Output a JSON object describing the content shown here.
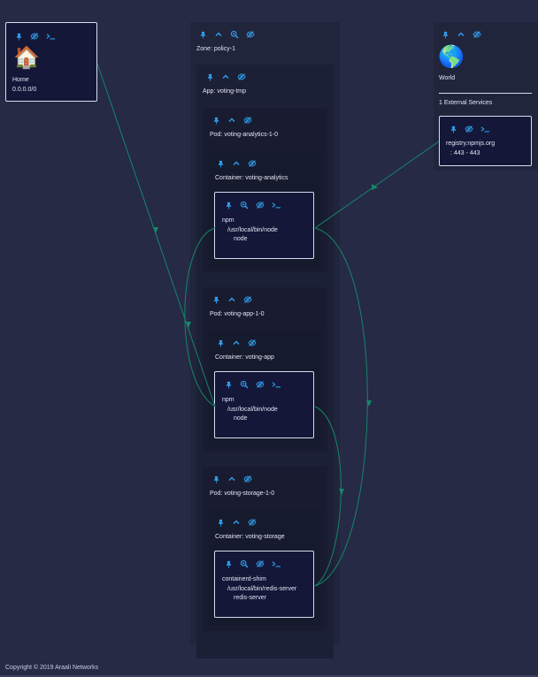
{
  "colors": {
    "accent": "#2fa0ee",
    "edge": "#16866a",
    "node_bg": "#141738",
    "page_bg": "#262a45"
  },
  "icons": {
    "pin": "pin-icon",
    "collapse": "chevron-up-icon",
    "hide": "eye-off-icon",
    "zoom": "zoom-in-icon",
    "terminal": "terminal-icon"
  },
  "home": {
    "emoji": "🏠",
    "name": "Home",
    "address": "0.0.0.0/0"
  },
  "world": {
    "emoji": "🌎",
    "name": "World",
    "external_count": "1 External Services",
    "service": {
      "host": "registry.npmjs.org",
      "ports": ": 443 - 443"
    }
  },
  "zone": {
    "label": "Zone: policy-1"
  },
  "app": {
    "label": "App: voting-tmp"
  },
  "pods": [
    {
      "label": "Pod: voting-analytics-1-0",
      "container": "Container: voting-analytics",
      "process": {
        "name": "npm",
        "path": "/usr/local/bin/node",
        "cmd": "node"
      }
    },
    {
      "label": "Pod: voting-app-1-0",
      "container": "Container: voting-app",
      "process": {
        "name": "npm",
        "path": "/usr/local/bin/node",
        "cmd": "node"
      }
    },
    {
      "label": "Pod: voting-storage-1-0",
      "container": "Container: voting-storage",
      "process": {
        "name": "containerd-shim",
        "path": "/usr/local/bin/redis-server",
        "cmd": "redis-server"
      }
    }
  ],
  "footer": {
    "copyright": "Copyright © 2019 Araali Networks"
  }
}
